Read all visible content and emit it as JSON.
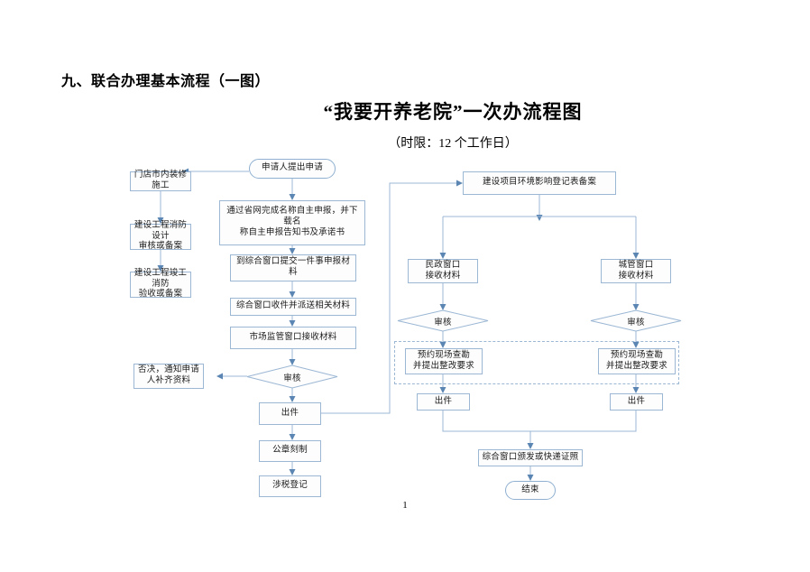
{
  "document": {
    "section_heading": "九、联合办理基本流程（一图）",
    "title": "“我要开养老院”一次办流程图",
    "subtitle": "（时限：12 个工作日）",
    "page_number": "1"
  },
  "flowchart": {
    "type": "flowchart",
    "nodes": {
      "start": "申请人提出申请",
      "store_decoration": "门店市内装修施工",
      "fire_design_review": "建设工程消防设计审核或备案",
      "fire_completion_accept": "建设工程竣工消防验收或备案",
      "name_declaration": "通过省网完成名称自主申报，并下载名称自主申报告知书及承诺书",
      "submit_materials": "到综合窗口提交一件事申报材料",
      "window_receive_dispatch": "综合窗口收件并派送相关材料",
      "market_window_receive": "市场监管窗口接收材料",
      "review_market": "审核",
      "reject_notice": "否决，通知申请人补齐资料",
      "issue_market": "出件",
      "seal_engraving": "公章刻制",
      "tax_registration": "涉税登记",
      "env_registration": "建设项目环境影响登记表备案",
      "civil_affairs_window": "民政窗口接收材料",
      "urban_mgmt_window": "城管窗口接收材料",
      "review_civil": "审核",
      "review_urban": "审核",
      "survey_civil": "预约现场查勘并提出整改要求",
      "survey_urban": "预约现场查勘并提出整改要求",
      "issue_civil": "出件",
      "issue_urban": "出件",
      "issue_certificate": "综合窗口颁发或快递证照",
      "end": "结束"
    },
    "node_lines": {
      "store_decoration": [
        "门店市内装修施工"
      ],
      "fire_design_review": [
        "建设工程消防设计",
        "审核或备案"
      ],
      "fire_completion_accept": [
        "建设工程竣工消防",
        "验收或备案"
      ],
      "name_declaration": [
        "通过省网完成名称自主申报，并下载名",
        "称自主申报告知书及承诺书"
      ],
      "submit_materials": [
        "到综合窗口提交一件事申报材",
        "料"
      ],
      "reject_notice": [
        "否决，通知申请",
        "人补齐资料"
      ],
      "civil_affairs_window": [
        "民政窗口",
        "接收材料"
      ],
      "urban_mgmt_window": [
        "城管窗口",
        "接收材料"
      ],
      "survey_civil": [
        "预约现场查勘",
        "并提出整改要求"
      ],
      "survey_urban": [
        "预约现场查勘",
        "并提出整改要求"
      ]
    },
    "colors": {
      "node_border": "#9bb7d4",
      "node_fill": "#fdfdfe",
      "connector": "#9bb7d4",
      "arrowhead": "#5b86b3"
    }
  }
}
